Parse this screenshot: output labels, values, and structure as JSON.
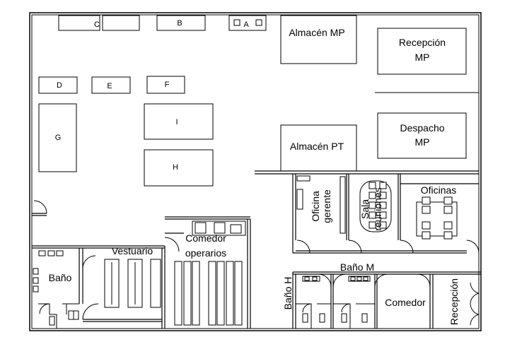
{
  "labels": {
    "A": "A",
    "B": "B",
    "C": "C",
    "D": "D",
    "E": "E",
    "F": "F",
    "G": "G",
    "H": "H",
    "I": "I",
    "almacen_mp": "Almacén MP",
    "recepcion_mp_1": "Recepción",
    "recepcion_mp_2": "MP",
    "despacho_mp_1": "Despacho",
    "despacho_mp_2": "MP",
    "almacen_pt": "Almacén PT",
    "oficina_gerente_1": "Oficina",
    "oficina_gerente_2": "gerente",
    "sala_reuniones_1": "Sala",
    "sala_reuniones_2": "reuniones",
    "oficinas": "Oficinas",
    "comedor_operarios_1": "Comedor",
    "comedor_operarios_2": "operarios",
    "vestuario": "Vestuario",
    "bano": "Baño",
    "bano_h": "Baño H",
    "bano_m": "Baño M",
    "comedor": "Comedor",
    "recepcion": "Recepción"
  }
}
